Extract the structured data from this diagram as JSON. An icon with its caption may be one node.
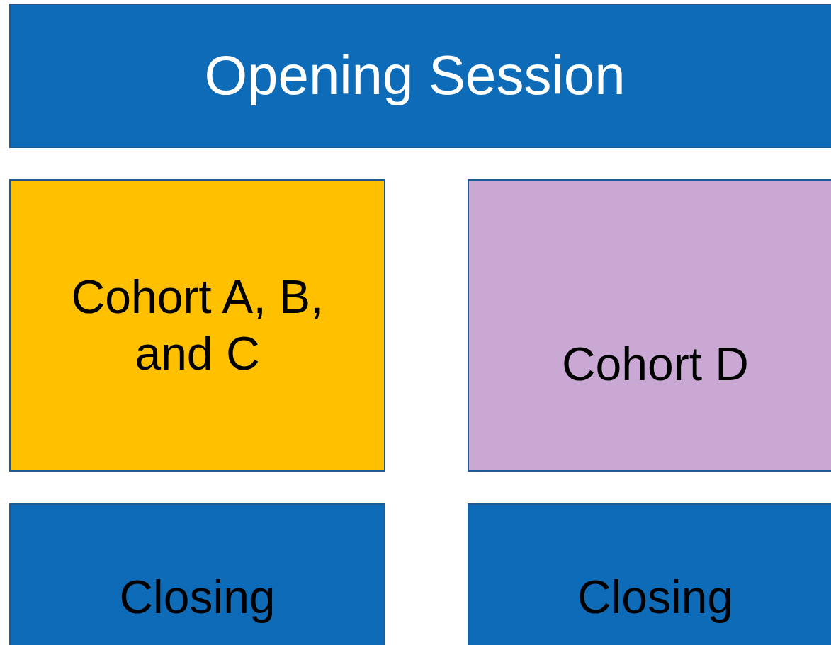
{
  "diagram": {
    "nodes": [
      {
        "text": [
          "Opening Session"
        ]
      },
      {
        "text": [
          "Cohort A, B, and C"
        ]
      },
      {
        "text": [
          "Cohort D"
        ]
      },
      {
        "text": [
          "Closing"
        ]
      },
      {
        "text": [
          "Closing"
        ]
      }
    ]
  }
}
